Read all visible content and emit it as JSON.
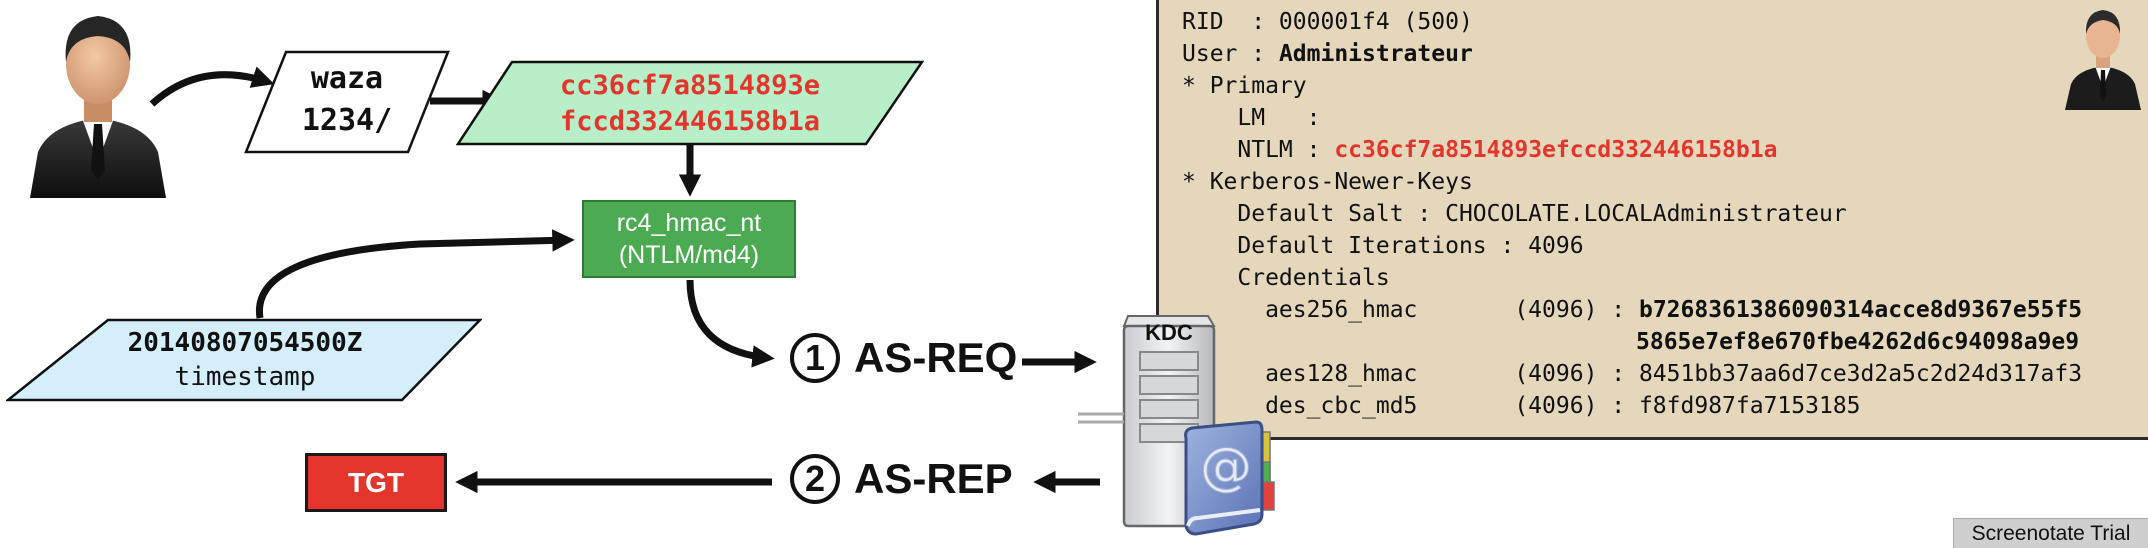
{
  "password_box": {
    "line1": "waza",
    "line2": "1234/"
  },
  "hash_box": {
    "line1": "cc36cf7a8514893e",
    "line2": "fccd332446158b1a"
  },
  "rc4_box": {
    "line1": "rc4_hmac_nt",
    "line2": "(NTLM/md4)"
  },
  "timestamp_box": {
    "line1": "20140807054500Z",
    "line2": "timestamp"
  },
  "steps": {
    "as_req": {
      "num": "1",
      "label": "AS-REQ"
    },
    "as_rep": {
      "num": "2",
      "label": "AS-REP"
    }
  },
  "kdc_label": "KDC",
  "tgt_label": "TGT",
  "console": {
    "rid": "RID  : 000001f4 (500)",
    "user_prefix": "User : ",
    "user_value": "Administrateur",
    "primary": "* Primary",
    "lm": "    LM   :",
    "ntlm_prefix": "    NTLM : ",
    "ntlm_value": "cc36cf7a8514893efccd332446158b1a",
    "kerberos": "* Kerberos-Newer-Keys",
    "salt": "    Default Salt : CHOCOLATE.LOCALAdministrateur",
    "iterations": "    Default Iterations : 4096",
    "credentials": "    Credentials",
    "aes256_prefix": "      aes256_hmac       (4096) : ",
    "aes256_value_1": "b7268361386090314acce8d9367e55f5",
    "aes256_value_2": "5865e7ef8e670fbe4262d6c94098a9e9",
    "aes128": "      aes128_hmac       (4096) : 8451bb37aa6d7ce3d2a5c2d24d317af3",
    "des": "      des_cbc_md5       (4096) : f8fd987fa7153185"
  },
  "watermark": "Screenotate Trial"
}
